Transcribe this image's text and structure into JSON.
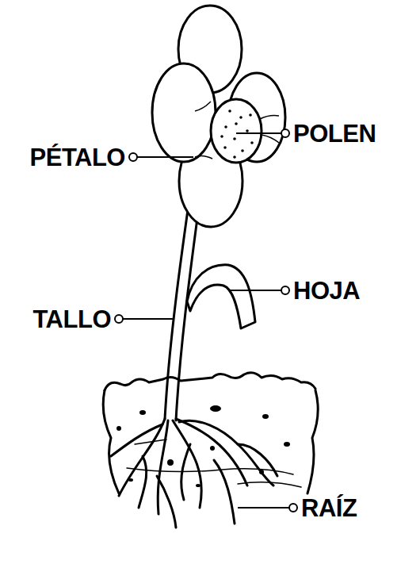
{
  "diagram": {
    "labels": [
      "PÉTALO",
      "POLEN",
      "HOJA",
      "TALLO",
      "RAÍZ"
    ]
  }
}
